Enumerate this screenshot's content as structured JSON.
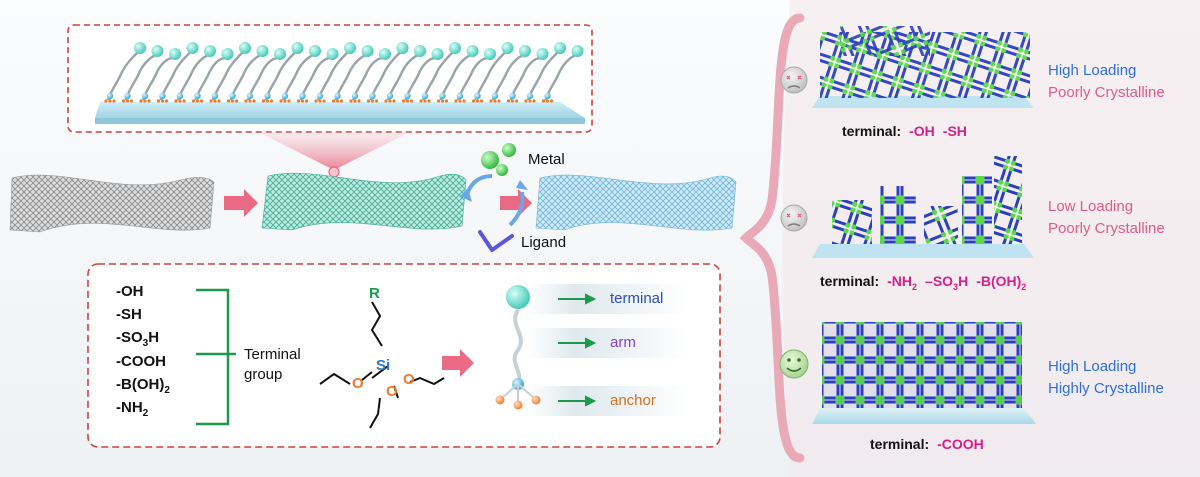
{
  "legend": {
    "metal": "Metal",
    "ligand": "Ligand"
  },
  "terminal_groups": {
    "items": [
      {
        "text": "-OH",
        "sub": "",
        "tail": ""
      },
      {
        "text": "-SH",
        "sub": "",
        "tail": ""
      },
      {
        "text": "-SO",
        "sub": "3",
        "tail": "H"
      },
      {
        "text": "-COOH",
        "sub": "",
        "tail": ""
      },
      {
        "text": "-B(OH)",
        "sub": "2",
        "tail": ""
      },
      {
        "text": "-NH",
        "sub": "2",
        "tail": ""
      }
    ],
    "label_line1": "Terminal",
    "label_line2": "group"
  },
  "molecule": {
    "r_group": "R",
    "silicon": "Si",
    "oxygen": "O"
  },
  "parts": {
    "terminal": "terminal",
    "arm": "arm",
    "anchor": "anchor"
  },
  "results": [
    {
      "line1": "High Loading",
      "line2": "Poorly Crystalline",
      "line1_color": "#2f6fd8",
      "line2_color": "#e05c87",
      "terminal_label": "terminal:",
      "mood": "sad",
      "terms": [
        {
          "text": "-OH",
          "sub": "",
          "tail": ""
        },
        {
          "text": "-SH",
          "sub": "",
          "tail": ""
        }
      ]
    },
    {
      "line1": "Low Loading",
      "line2": "Poorly Crystalline",
      "line1_color": "#e05c87",
      "line2_color": "#e05c87",
      "terminal_label": "terminal:",
      "mood": "sad",
      "terms": [
        {
          "text": "-NH",
          "sub": "2",
          "tail": ""
        },
        {
          "text": "–SO",
          "sub": "3",
          "tail": "H"
        },
        {
          "text": "-B(OH)",
          "sub": "2",
          "tail": ""
        }
      ]
    },
    {
      "line1": "High Loading",
      "line2": "Highly Crystalline",
      "line1_color": "#2f6fd8",
      "line2_color": "#2f6fd8",
      "terminal_label": "terminal:",
      "mood": "happy",
      "terms": [
        {
          "text": "-COOH",
          "sub": "",
          "tail": ""
        }
      ]
    }
  ],
  "colors": {
    "accent_arrow": "#e8506e",
    "green_line": "#1a9a4a",
    "dash_border": "#c9443f",
    "terminal_text": "#d81e8a"
  }
}
